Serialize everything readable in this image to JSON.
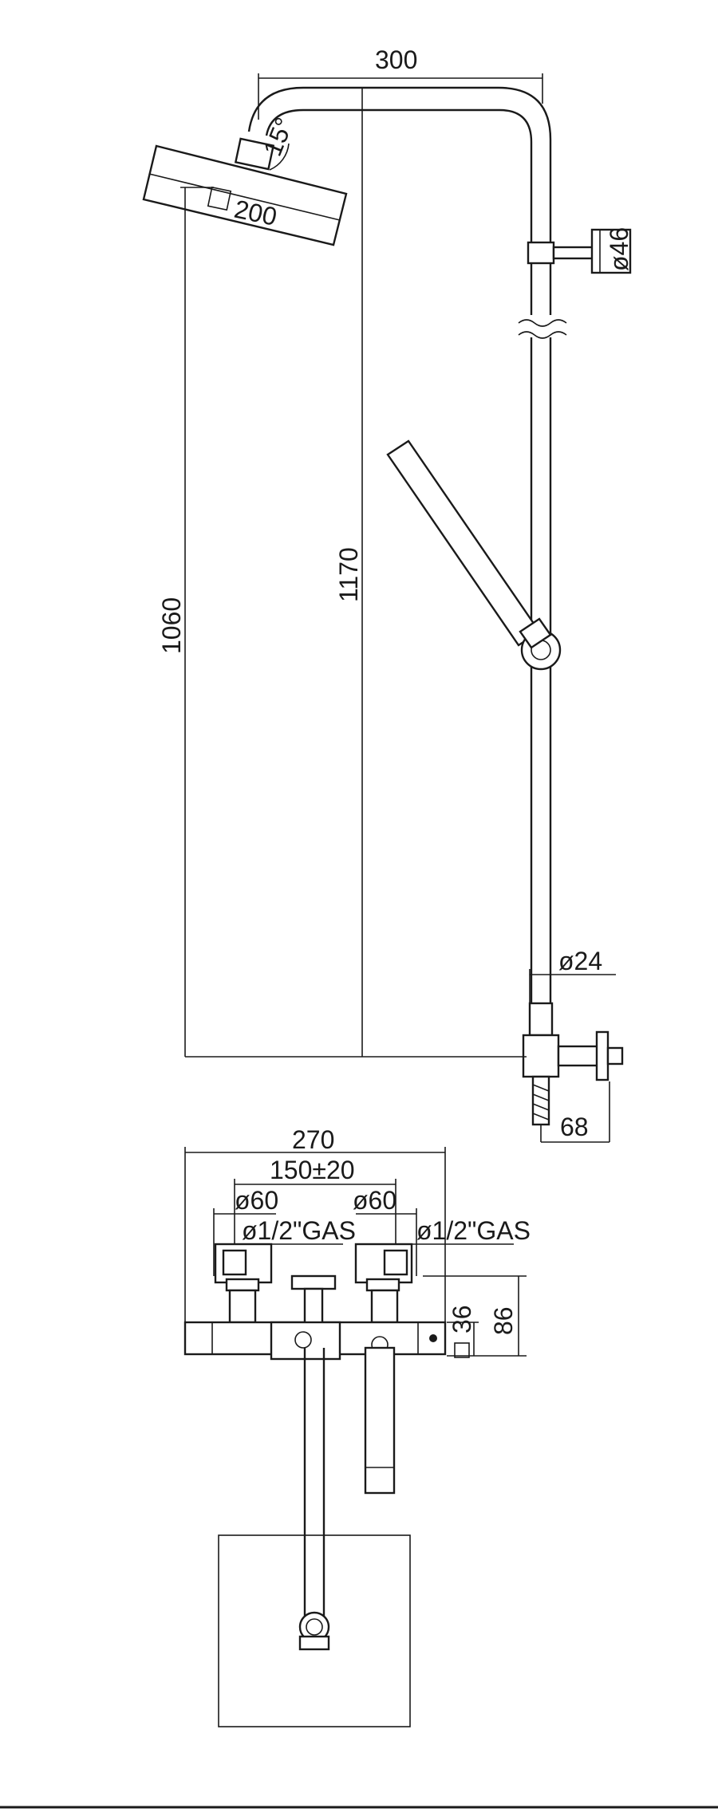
{
  "dimensions": {
    "arm_width": "300",
    "head_tilt": "15°",
    "head_size": "200",
    "wall_bracket": "ø46",
    "head_height": "1060",
    "total_height": "1170",
    "riser_pipe": "ø24",
    "connector_depth": "68",
    "mixer_width": "270",
    "inlet_spacing": "150±20",
    "left_cover": "ø60",
    "right_cover": "ø60",
    "left_thread": "ø1/2\"GAS",
    "right_thread": "ø1/2\"GAS",
    "body_section": "36",
    "body_depth": "86"
  }
}
